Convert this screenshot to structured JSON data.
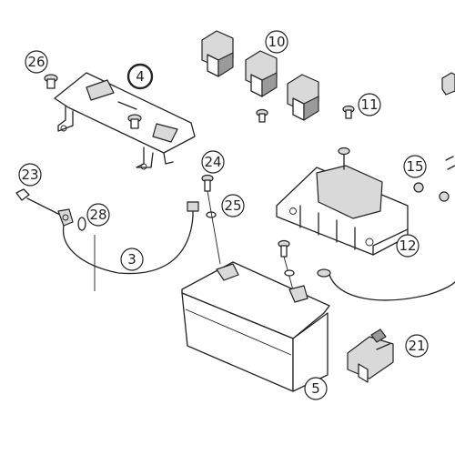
{
  "callouts": [
    {
      "id": "26",
      "label": "26",
      "highlighted": false
    },
    {
      "id": "4",
      "label": "4",
      "highlighted": true
    },
    {
      "id": "10",
      "label": "10",
      "highlighted": false
    },
    {
      "id": "11",
      "label": "11",
      "highlighted": false
    },
    {
      "id": "23",
      "label": "23",
      "highlighted": false
    },
    {
      "id": "28",
      "label": "28",
      "highlighted": false
    },
    {
      "id": "24",
      "label": "24",
      "highlighted": false
    },
    {
      "id": "25",
      "label": "25",
      "highlighted": false
    },
    {
      "id": "3",
      "label": "3",
      "highlighted": false
    },
    {
      "id": "15",
      "label": "15",
      "highlighted": false
    },
    {
      "id": "12",
      "label": "12",
      "highlighted": false
    },
    {
      "id": "21",
      "label": "21",
      "highlighted": false
    },
    {
      "id": "5",
      "label": "5",
      "highlighted": false
    }
  ],
  "colors": {
    "highlight": "#e87722",
    "line": "#222222",
    "shade": "#d9d9d9",
    "background": "#ffffff"
  }
}
